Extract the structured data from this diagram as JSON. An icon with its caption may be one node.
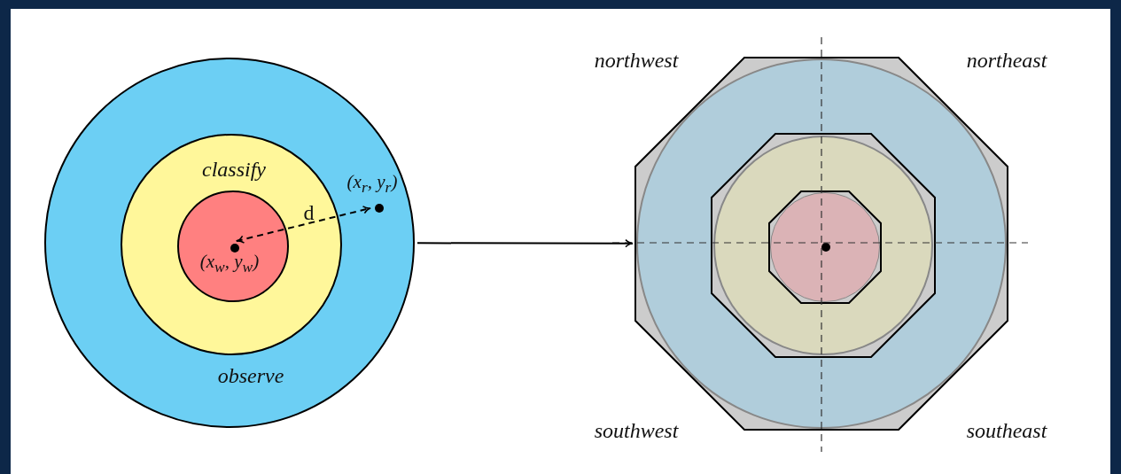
{
  "diagram": {
    "nodes": [
      {
        "text": [
          "observe"
        ]
      },
      {
        "text": [
          "classify"
        ],
        "in": 0
      },
      {
        "text": [],
        "shape": "circle",
        "in": 1
      },
      {
        "text": [],
        "shape": "circle",
        "beside": [
          "(x$_{w}$, y$_{w}$)"
        ],
        "in": 2
      },
      {
        "text": [],
        "shape": "circle",
        "beside": [
          "(x$_{r}$, y$_{r}$)"
        ],
        "in": 0
      },
      {
        "text": [],
        "shape": "octagon"
      },
      {
        "text": [],
        "shape": "circle",
        "in": 5
      },
      {
        "text": [],
        "shape": "octagon",
        "in": 6
      },
      {
        "text": [],
        "shape": "circle",
        "in": 7
      },
      {
        "text": [],
        "shape": "octagon",
        "in": 8
      },
      {
        "text": [],
        "shape": "circle",
        "in": 9
      },
      {
        "text": [],
        "shape": "circle",
        "in": 10
      }
    ],
    "edges": [
      {
        "from": 3,
        "to": 4,
        "arrow": "both",
        "style": "dashed",
        "label": "d"
      },
      {
        "from": 0,
        "to": 5,
        "arrow": "to"
      }
    ],
    "labels": [
      "northwest",
      "northeast",
      "southwest",
      "southeast"
    ]
  }
}
